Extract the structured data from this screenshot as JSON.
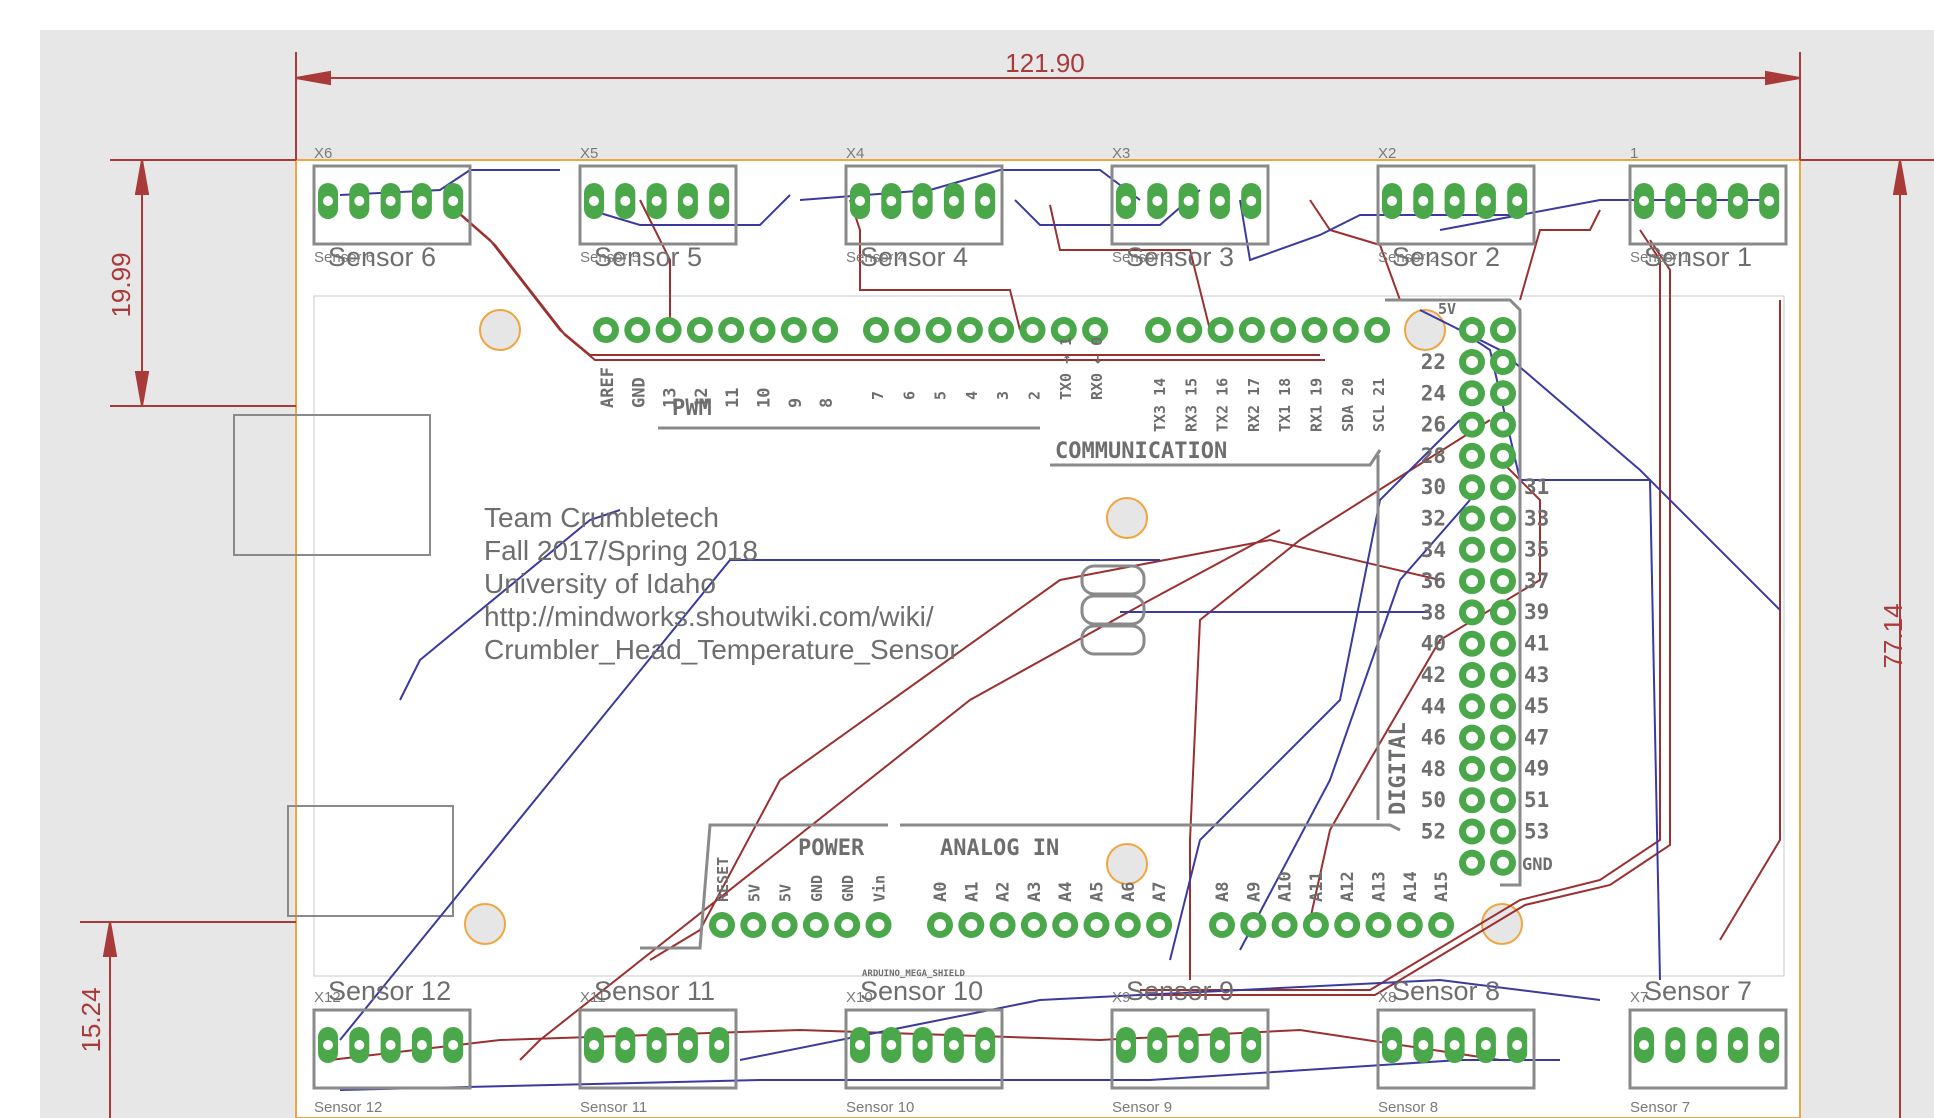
{
  "colors": {
    "dimension": "#a83a3a",
    "trace_red": "#9a3030",
    "trace_blue": "#3a3aa0",
    "pad_green": "#4aa84a",
    "silk": "#6e6e6e",
    "board_edge": "#f0a640"
  },
  "dimensions": {
    "width": "121.90",
    "height": "77.14",
    "top_band": "19.99",
    "bottom_band": "15.24"
  },
  "connectors_top": [
    {
      "ref": "X6",
      "sensor_label": "Sensor 6",
      "sub": "Sensor 6"
    },
    {
      "ref": "X5",
      "sensor_label": "Sensor 5",
      "sub": "Sensor 5"
    },
    {
      "ref": "X4",
      "sensor_label": "Sensor 4",
      "sub": "Sensor 4"
    },
    {
      "ref": "X3",
      "sensor_label": "Sensor 3",
      "sub": "Sensor 3"
    },
    {
      "ref": "X2",
      "sensor_label": "Sensor 2",
      "sub": "Sensor 2"
    },
    {
      "ref": "1",
      "sensor_label": "Sensor 1",
      "sub": "Sensor 1"
    }
  ],
  "connectors_bottom": [
    {
      "ref": "X12",
      "sensor_label": "Sensor 12",
      "sub": "Sensor 12"
    },
    {
      "ref": "X11",
      "sensor_label": "Sensor 11",
      "sub": "Sensor 11"
    },
    {
      "ref": "X10",
      "sensor_label": "Sensor 10",
      "sub": "Sensor 10"
    },
    {
      "ref": "X9",
      "sensor_label": "Sensor 9",
      "sub": "Sensor 9"
    },
    {
      "ref": "X8",
      "sensor_label": "Sensor 8",
      "sub": "Sensor 8"
    },
    {
      "ref": "X7",
      "sensor_label": "Sensor 7",
      "sub": "Sensor 7"
    }
  ],
  "header_labels": {
    "pwm": "PWM",
    "communication": "COMMUNICATION",
    "power": "POWER",
    "analog_in": "ANALOG IN",
    "digital": "DIGITAL",
    "gnd": "GND",
    "five_v": "5V",
    "part": "ARDUINO_MEGA_SHIELD"
  },
  "pwm_pins": [
    "AREF",
    "GND",
    "13",
    "12",
    "11",
    "10",
    "9",
    "8"
  ],
  "pwm2_pins": [
    "7",
    "6",
    "5",
    "4",
    "3",
    "2",
    "TX0 → 1",
    "RX0 ← 0"
  ],
  "comm_pins": [
    "TX3 14",
    "RX3 15",
    "TX2 16",
    "RX2 17",
    "TX1 18",
    "RX1 19",
    "SDA 20",
    "SCL 21"
  ],
  "power_pins": [
    "RESET",
    "5V",
    "5V",
    "GND",
    "GND",
    "Vin"
  ],
  "analog_pins_a": [
    "A0",
    "A1",
    "A2",
    "A3",
    "A4",
    "A5",
    "A6",
    "A7"
  ],
  "analog_pins_b": [
    "A8",
    "A9",
    "A10",
    "A11",
    "A12",
    "A13",
    "A14",
    "A15"
  ],
  "digital_left": [
    "22",
    "24",
    "26",
    "28",
    "30",
    "32",
    "34",
    "36",
    "38",
    "40",
    "42",
    "44",
    "46",
    "48",
    "50",
    "52"
  ],
  "digital_right": [
    "31",
    "33",
    "35",
    "37",
    "39",
    "41",
    "43",
    "45",
    "47",
    "49",
    "51",
    "53"
  ],
  "notes": [
    "Team Crumbletech",
    "Fall 2017/Spring 2018",
    "University of Idaho",
    "http://mindworks.shoutwiki.com/wiki/",
    "Crumbler_Head_Temperature_Sensor"
  ]
}
